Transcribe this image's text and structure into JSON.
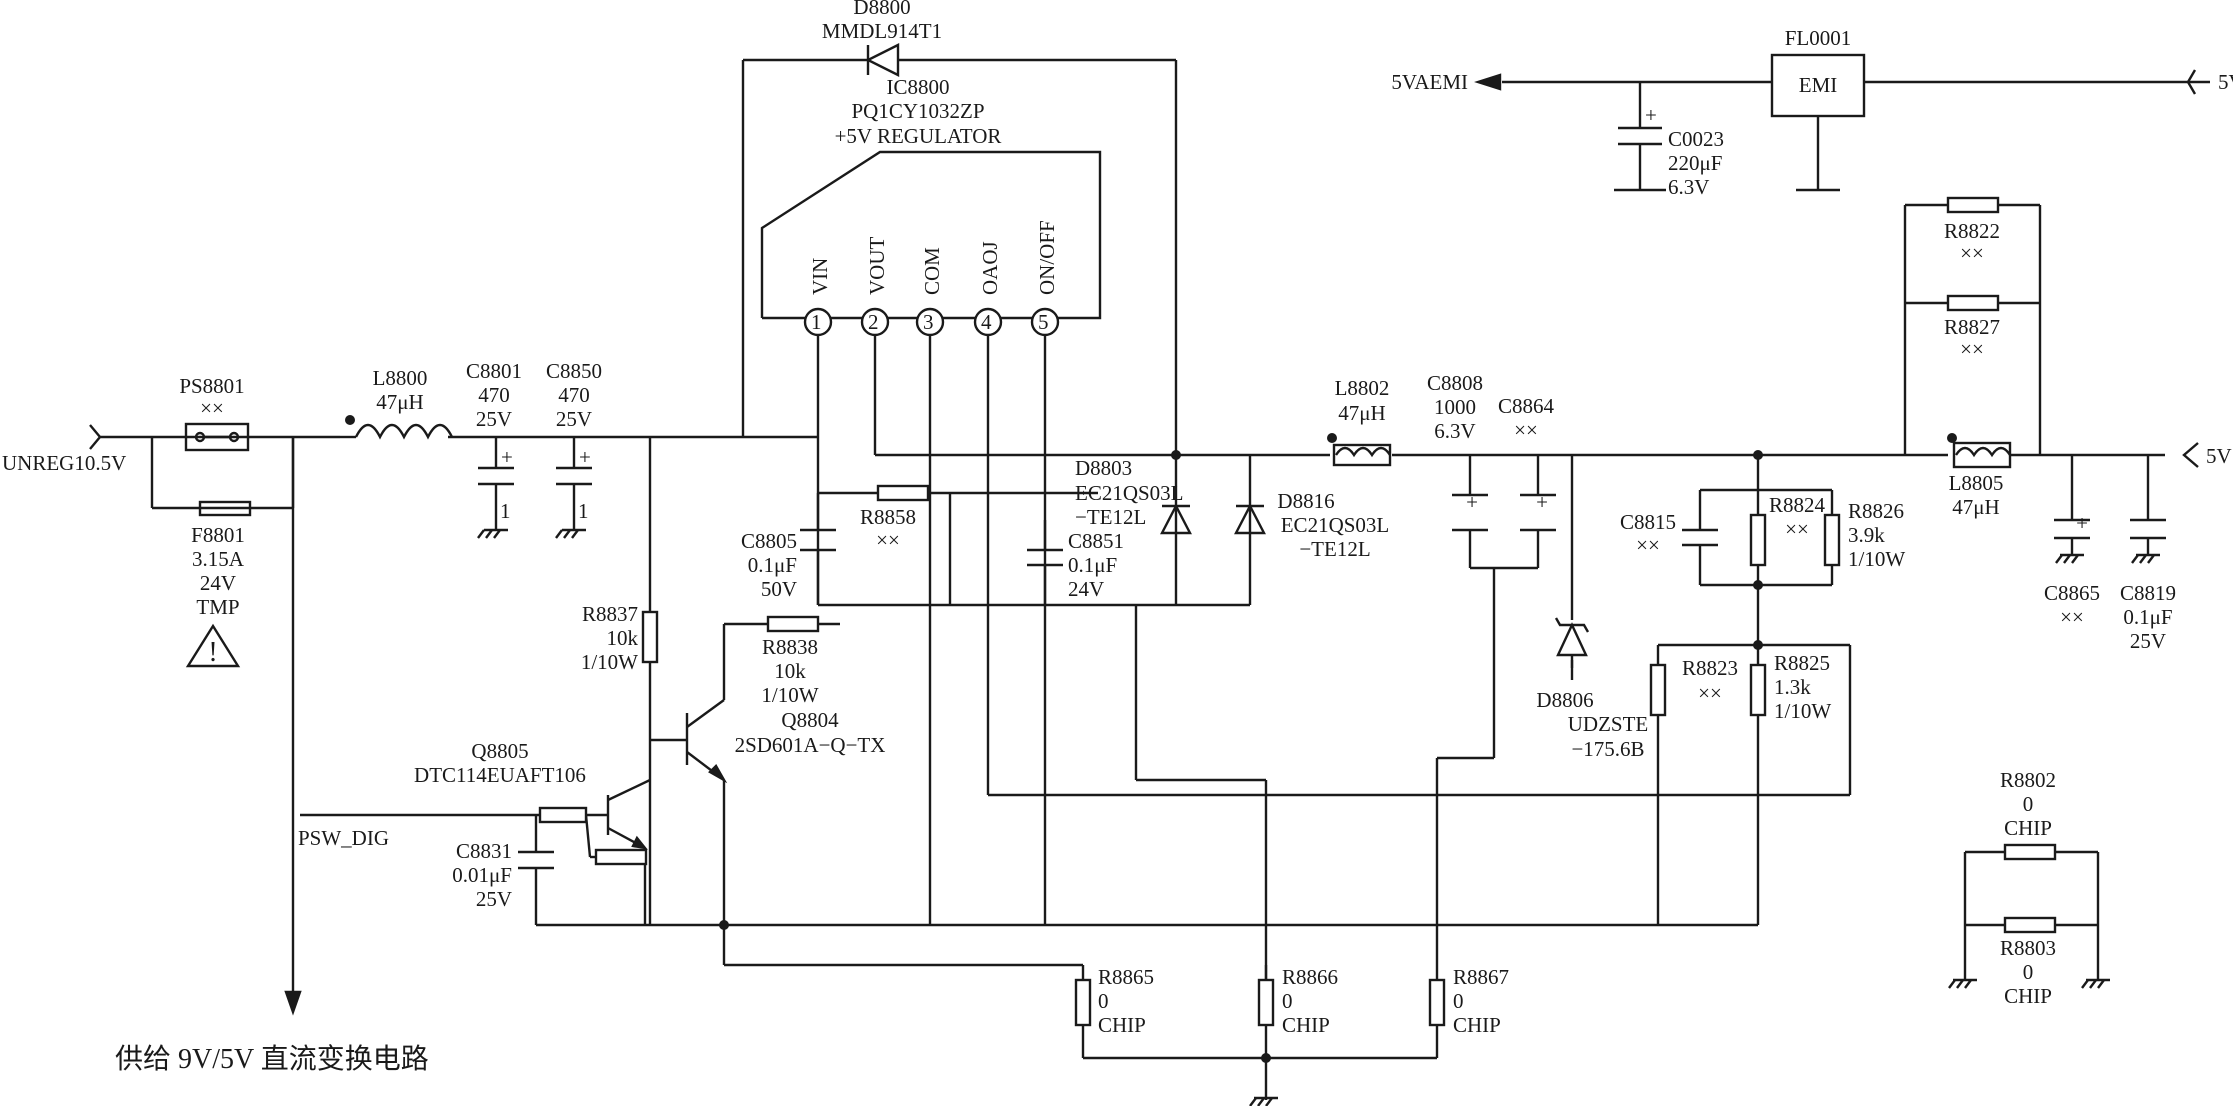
{
  "ic": {
    "ref": "IC8800",
    "part": "PQ1CY1032ZP",
    "desc": "+5V REGULATOR",
    "pins": [
      {
        "num": "1",
        "name": "VIN"
      },
      {
        "num": "2",
        "name": "VOUT"
      },
      {
        "num": "3",
        "name": "COM"
      },
      {
        "num": "4",
        "name": "OAOJ"
      },
      {
        "num": "5",
        "name": "ON/OFF"
      }
    ]
  },
  "d8800": {
    "ref": "D8800",
    "part": "MMDL914T1"
  },
  "fl0001": {
    "ref": "FL0001",
    "body": "EMI"
  },
  "net_5vaemi": "5VAEMI",
  "net_5v": "5V",
  "c0023": {
    "ref": "C0023",
    "value": "220μF",
    "voltage": "6.3V"
  },
  "net_unreg": "UNREG10.5V",
  "ps8801": {
    "ref": "PS8801",
    "value": "××"
  },
  "f8801": {
    "ref": "F8801",
    "value": "3.15A",
    "voltage": "24V",
    "type": "TMP"
  },
  "l8800": {
    "ref": "L8800",
    "value": "47μH"
  },
  "c8801": {
    "ref": "C8801",
    "value": "470",
    "voltage": "25V"
  },
  "c8850": {
    "ref": "C8850",
    "value": "470",
    "voltage": "25V"
  },
  "r8858": {
    "ref": "R8858",
    "value": "××"
  },
  "c8805": {
    "ref": "C8805",
    "value": "0.1μF",
    "voltage": "50V"
  },
  "d8803": {
    "ref": "D8803",
    "part1": "EC21QS03L",
    "part2": "−TE12L"
  },
  "c8851": {
    "ref": "C8851",
    "value": "0.1μF",
    "voltage": "24V"
  },
  "d8816": {
    "ref": "D8816",
    "part1": "EC21QS03L",
    "part2": "−TE12L"
  },
  "l8802": {
    "ref": "L8802",
    "value": "47μH"
  },
  "c8808": {
    "ref": "C8808",
    "value": "1000",
    "voltage": "6.3V"
  },
  "c8864": {
    "ref": "C8864",
    "value": "××"
  },
  "r8822": {
    "ref": "R8822",
    "value": "××"
  },
  "r8827": {
    "ref": "R8827",
    "value": "××"
  },
  "l8805": {
    "ref": "L8805",
    "value": "47μH"
  },
  "c8815": {
    "ref": "C8815",
    "value": "××"
  },
  "r8824": {
    "ref": "R8824",
    "value": "××"
  },
  "r8826": {
    "ref": "R8826",
    "value": "3.9k",
    "power": "1/10W"
  },
  "c8865": {
    "ref": "C8865",
    "value": "××"
  },
  "c8819": {
    "ref": "C8819",
    "value": "0.1μF",
    "voltage": "25V"
  },
  "r8837": {
    "ref": "R8837",
    "value": "10k",
    "power": "1/10W"
  },
  "r8838": {
    "ref": "R8838",
    "value": "10k",
    "power": "1/10W"
  },
  "q8804": {
    "ref": "Q8804",
    "part": "2SD601A−Q−TX"
  },
  "d8806": {
    "ref": "D8806",
    "part": "UDZSTE",
    "part2": "−175.6B"
  },
  "r8823": {
    "ref": "R8823",
    "value": "××"
  },
  "r8825": {
    "ref": "R8825",
    "value": "1.3k",
    "power": "1/10W"
  },
  "q8805": {
    "ref": "Q8805",
    "part": "DTC114EUAFT106"
  },
  "net_psw": "PSW_DIG",
  "c8831": {
    "ref": "C8831",
    "value": "0.01μF",
    "voltage": "25V"
  },
  "r8802": {
    "ref": "R8802",
    "value": "0",
    "type": "CHIP"
  },
  "r8803": {
    "ref": "R8803",
    "value": "0",
    "type": "CHIP"
  },
  "r8865": {
    "ref": "R8865",
    "value": "0",
    "type": "CHIP"
  },
  "r8866": {
    "ref": "R8866",
    "value": "0",
    "type": "CHIP"
  },
  "r8867": {
    "ref": "R8867",
    "value": "0",
    "type": "CHIP"
  },
  "caption": "供给 9V/5V 直流变换电路",
  "cap_pin_mark": "1",
  "warning_mark": "!"
}
